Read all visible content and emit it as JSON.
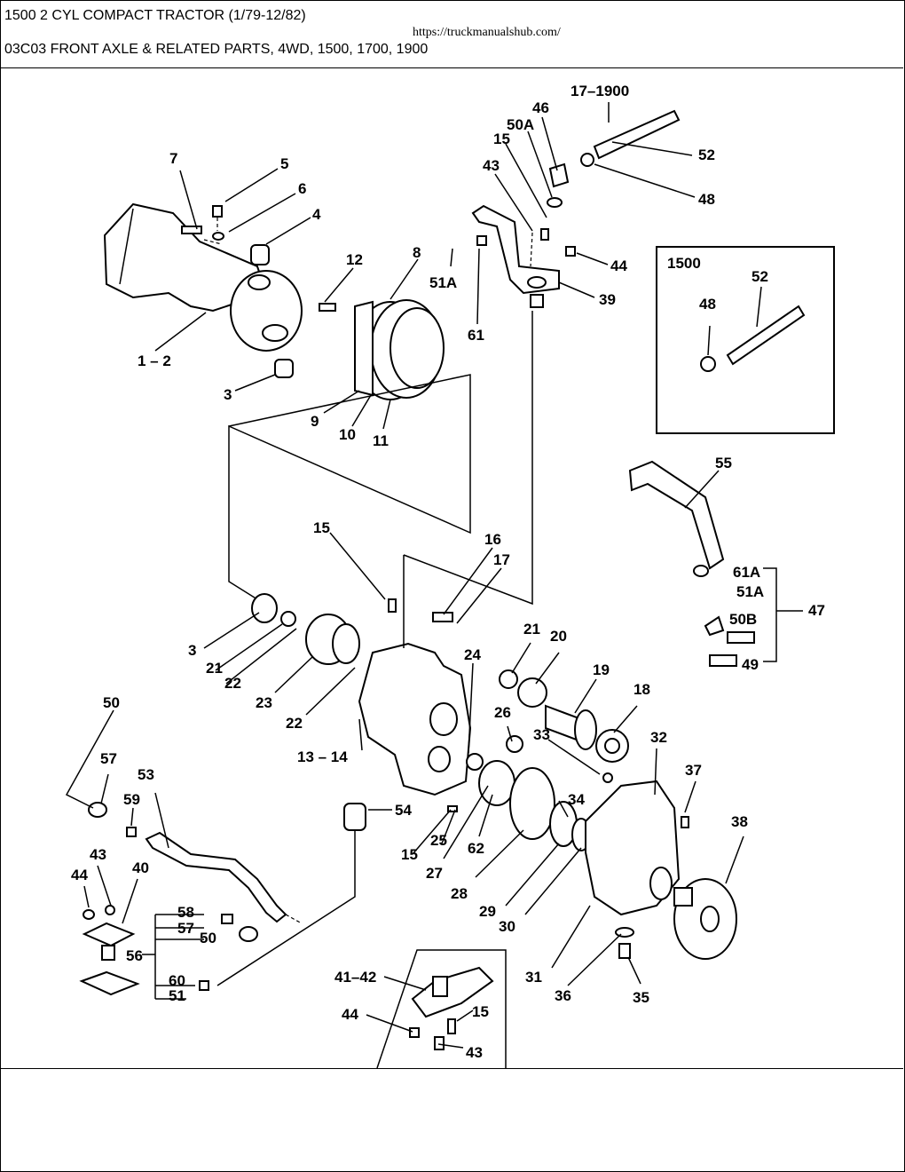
{
  "header": {
    "model_line": "1500 2 CYL COMPACT TRACTOR (1/79-12/82)",
    "source_url": "https://truckmanualshub.com/",
    "section_line": "03C03 FRONT AXLE & RELATED PARTS, 4WD, 1500, 1700, 1900"
  },
  "diagram": {
    "inset_title": "1500",
    "labels": {
      "l_17_1900": "17–1900",
      "l_46": "46",
      "l_50A": "50A",
      "l_15a": "15",
      "l_43a": "43",
      "l_52a": "52",
      "l_48a": "48",
      "l_7": "7",
      "l_5": "5",
      "l_6": "6",
      "l_4": "4",
      "l_12": "12",
      "l_8": "8",
      "l_51Aa": "51A",
      "l_61": "61",
      "l_44a": "44",
      "l_39": "39",
      "l_1_2": "1 – 2",
      "l_3a": "3",
      "l_9": "9",
      "l_10": "10",
      "l_11": "11",
      "l_52b": "52",
      "l_48b": "48",
      "l_55": "55",
      "l_15b": "15",
      "l_16": "16",
      "l_17": "17",
      "l_61A": "61A",
      "l_51Ab": "51A",
      "l_47": "47",
      "l_50B": "50B",
      "l_49": "49",
      "l_3b": "3",
      "l_21a": "21",
      "l_22a": "22",
      "l_23": "23",
      "l_22b": "22",
      "l_24": "24",
      "l_21b": "21",
      "l_20": "20",
      "l_19": "19",
      "l_18": "18",
      "l_26": "26",
      "l_33": "33",
      "l_32": "32",
      "l_37": "37",
      "l_13_14": "13 – 14",
      "l_50": "50",
      "l_57a": "57",
      "l_53": "53",
      "l_59": "59",
      "l_54": "54",
      "l_34": "34",
      "l_38": "38",
      "l_15c": "15",
      "l_25": "25",
      "l_62": "62",
      "l_27": "27",
      "l_28": "28",
      "l_29": "29",
      "l_30": "30",
      "l_43b": "43",
      "l_44b": "44",
      "l_40": "40",
      "l_58": "58",
      "l_57b": "57",
      "l_50c": "50",
      "l_56": "56",
      "l_60": "60",
      "l_51": "51",
      "l_41_42": "41–42",
      "l_15d": "15",
      "l_44c": "44",
      "l_43c": "43",
      "l_31": "31",
      "l_36": "36",
      "l_35": "35"
    }
  }
}
